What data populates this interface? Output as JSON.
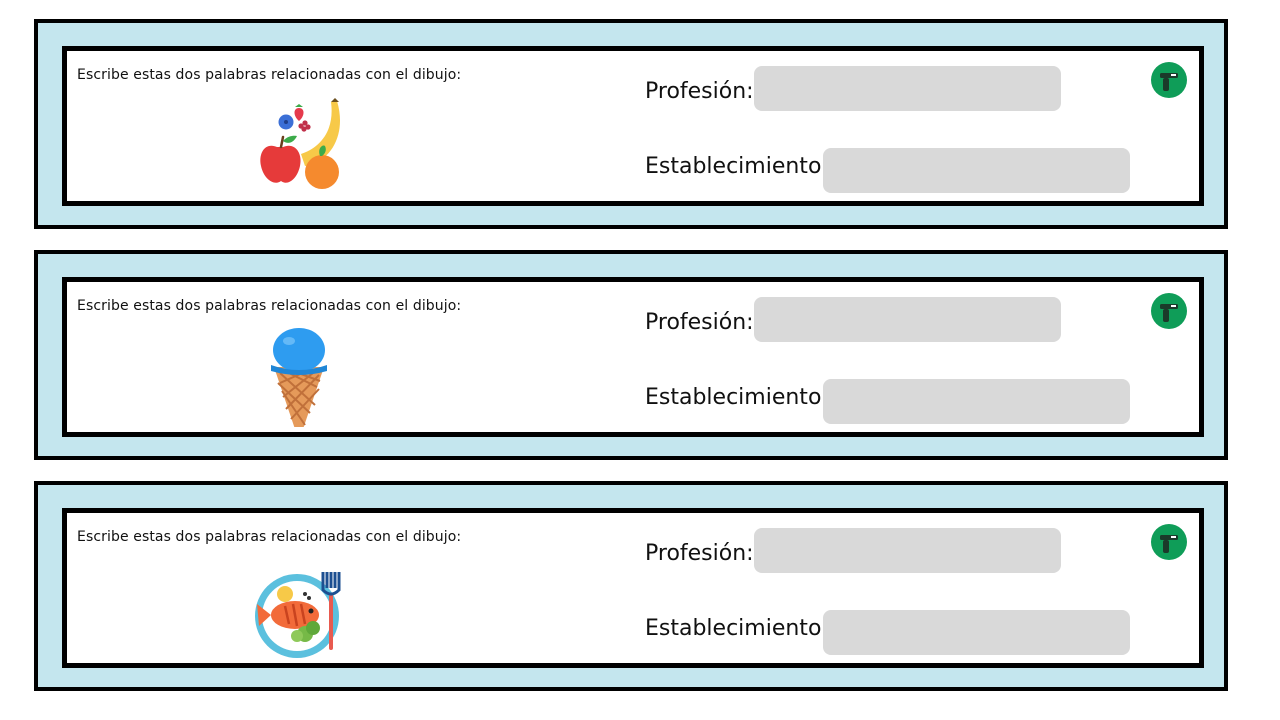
{
  "cards": [
    {
      "instruction": "Escribe estas dos palabras relacionadas con el dibujo:",
      "profession_label": "Profesión:",
      "establishment_label": "Establecimiento:",
      "profession_value": "",
      "establishment_value": "",
      "image": "fruits-icon"
    },
    {
      "instruction": "Escribe estas dos palabras relacionadas con el dibujo:",
      "profession_label": "Profesión:",
      "establishment_label": "Establecimiento:",
      "profession_value": "",
      "establishment_value": "",
      "image": "ice-cream-icon"
    },
    {
      "instruction": "Escribe estas dos palabras relacionadas con el dibujo:",
      "profession_label": "Profesión:",
      "establishment_label": "Establecimiento:",
      "profession_value": "",
      "establishment_value": "",
      "image": "fish-plate-icon"
    }
  ],
  "colors": {
    "card_background": "#c4e6ee",
    "field_background": "#d9d9d9",
    "badge": "#0f9d58"
  }
}
